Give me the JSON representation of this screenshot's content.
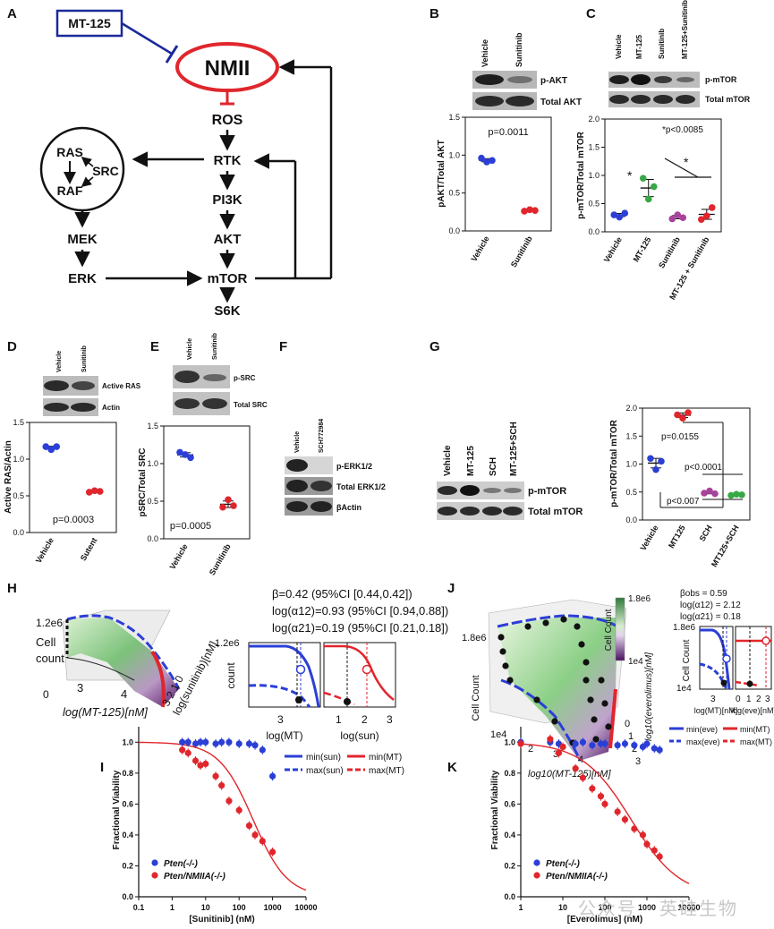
{
  "panels": {
    "A": "A",
    "B": "B",
    "C": "C",
    "D": "D",
    "E": "E",
    "F": "F",
    "G": "G",
    "H": "H",
    "I": "I",
    "J": "J",
    "K": "K"
  },
  "pathway": {
    "inhibitor": "MT-125",
    "nmii": "NMII",
    "ros": "ROS",
    "ras": "RAS",
    "src": "SRC",
    "raf": "RAF",
    "mek": "MEK",
    "erk": "ERK",
    "rtk": "RTK",
    "pi3k": "PI3K",
    "akt": "AKT",
    "mtor": "mTOR",
    "s6k": "S6K"
  },
  "blots": {
    "B": {
      "lanes": [
        "Vehicle",
        "Sunitinib"
      ],
      "bands": [
        "p-AKT",
        "Total AKT"
      ]
    },
    "C": {
      "lanes": [
        "Vehicle",
        "MT-125",
        "Sunitinib",
        "MT-125+Sunitinib"
      ],
      "bands": [
        "p-mTOR",
        "Total mTOR"
      ]
    },
    "D": {
      "lanes": [
        "Vehicle",
        "Sunitinib"
      ],
      "bands": [
        "Active RAS",
        "Actin"
      ]
    },
    "E": {
      "lanes": [
        "Vehicle",
        "Sunitinib"
      ],
      "bands": [
        "p-SRC",
        "Total SRC"
      ]
    },
    "F": {
      "lanes": [
        "Vehicle",
        "SCH772984"
      ],
      "bands": [
        "p-ERK1/2",
        "Total ERK1/2",
        "βActin"
      ]
    },
    "G": {
      "lanes": [
        "Vehicle",
        "MT-125",
        "SCH",
        "MT-125+SCH"
      ],
      "bands": [
        "p-mTOR",
        "Total mTOR"
      ]
    }
  },
  "scatter": {
    "B": {
      "ylabel": "pAKT/Total AKT",
      "pval": "p=0.0011",
      "ticks": [
        "0.0",
        "0.5",
        "1.0",
        "1.5"
      ],
      "xcats": [
        "Vehicle",
        "Sunitinib"
      ]
    },
    "C": {
      "ylabel": "p-mTOR/Total mTOR",
      "pval": "*p<0.0085",
      "star": "*",
      "ticks": [
        "0.0",
        "0.5",
        "1.0",
        "1.5",
        "2.0"
      ],
      "xcats": [
        "Vehicle",
        "MT-125",
        "Sunitinib",
        "MT-125 + Sunitinib"
      ]
    },
    "D": {
      "ylabel": "Active RAS/Actin",
      "pval": "p=0.0003",
      "ticks": [
        "0.0",
        "0.5",
        "1.0",
        "1.5"
      ],
      "xcats": [
        "Vehicle",
        "Sutent"
      ]
    },
    "E": {
      "ylabel": "pSRC/Total SRC",
      "pval": "p=0.0005",
      "ticks": [
        "0.0",
        "0.5",
        "1.0",
        "1.5"
      ],
      "xcats": [
        "Vehicle",
        "Sunitinib"
      ]
    },
    "G": {
      "ylabel": "p-mTOR/Total mTOR",
      "p1": "p=0.0155",
      "p2": "p<0.0001",
      "p3": "p<0.007",
      "ticks": [
        "0.0",
        "0.5",
        "1.0",
        "1.5",
        "2.0"
      ],
      "xcats": [
        "Vehicle",
        "MT125",
        "SCH",
        "MT125+SCH"
      ]
    }
  },
  "panelH": {
    "beta": "β=0.42 (95%CI [0.44,0.42])",
    "a12": "log(α12)=0.93 (95%CI [0.94,0.88])",
    "a21": "log(α21)=0.19 (95%CI [0.21,0.18])",
    "zlabel": "Cell\ncount",
    "ztop": "1.2e6",
    "zbot": "0",
    "xlabel": "log(MT-125)[nM]",
    "ylabel3d": "log(sunitinib)[nM]",
    "xt1": "3",
    "xt2": "4",
    "yt": "3 2 1 0",
    "c_ytop": "1.2e6",
    "c_ylabel": "count",
    "c_xlabel1": "log(MT)",
    "c_xlabel2": "log(sun)",
    "c_x1": "3",
    "c_x2": [
      "1",
      "2",
      "3"
    ],
    "legend": [
      "min(sun)",
      "min(MT)",
      "max(sun)",
      "max(MT)"
    ]
  },
  "panelJ": {
    "bobs": "βobs = 0.59",
    "a12": "log(α12) = 2.12",
    "a21": "log(α21) = 0.18",
    "cbar_top": "1.8e6",
    "cbar_bot": "1e4",
    "cbar_label": "Cell Count",
    "zlabel": "Cell Count",
    "ztop": "1.8e6",
    "zbot": "1e4",
    "xlabel": "log10(MT-125)[nM]",
    "ylabel3d": "log10(everolimus)[nM]",
    "xt": [
      "2",
      "3",
      "4"
    ],
    "yt": [
      "0",
      "1",
      "2",
      "3"
    ],
    "c_ytop": "1.8e6",
    "c_ybot": "1e4",
    "c_ylabel": "Cell Count",
    "c_x1": "3",
    "c_x2": [
      "0",
      "1",
      "2",
      "3"
    ],
    "c_xlabel1": "log(MT)[nM]",
    "c_xlabel2": "log(eve)[nM]",
    "legend": [
      "min(eve)",
      "min(MT)",
      "max(eve)",
      "max(MT)"
    ]
  },
  "doseI": {
    "ylabel": "Fractional Viability",
    "xlabel": "[Sunitinib] (nM)",
    "xticks": [
      "0.1",
      "1",
      "10",
      "100",
      "1000",
      "10000"
    ],
    "yticks": [
      "0.0",
      "0.2",
      "0.4",
      "0.6",
      "0.8",
      "1.0"
    ],
    "legend": [
      "Pten(-/-)",
      "Pten/NMIIA(-/-)"
    ]
  },
  "doseK": {
    "ylabel": "Fractional Viability",
    "xlabel": "[Everolimus] (nM)",
    "xticks": [
      "1",
      "10",
      "100",
      "1000",
      "10000"
    ],
    "yticks": [
      "0.0",
      "0.2",
      "0.4",
      "0.6",
      "0.8",
      "1.0"
    ],
    "legend": [
      "Pten(-/-)",
      "Pten/NMIIA(-/-)"
    ]
  },
  "colors": {
    "blue": "#2b3fd6",
    "red": "#e0262c",
    "green": "#37a845",
    "purple": "#a8439c",
    "magenta": "#b0167f",
    "navy": "#1a2a9a"
  },
  "watermark": "公众号 · 英硅生物",
  "chart_data": [
    {
      "type": "scatter",
      "panel": "B",
      "categories": [
        "Vehicle",
        "Sunitinib"
      ],
      "series": [
        {
          "name": "",
          "values": [
            [
              0.96,
              0.91,
              0.93
            ],
            [
              0.26,
              0.28,
              0.27
            ]
          ]
        }
      ],
      "ylim": [
        0,
        1.5
      ]
    },
    {
      "type": "scatter",
      "panel": "C",
      "categories": [
        "Vehicle",
        "MT-125",
        "Sunitinib",
        "MT-125 + Sunitinib"
      ],
      "series": [
        {
          "name": "",
          "values": [
            [
              0.3,
              0.26,
              0.33
            ],
            [
              0.95,
              0.58,
              0.8
            ],
            [
              0.23,
              0.3,
              0.25
            ],
            [
              0.22,
              0.28,
              0.43
            ]
          ]
        }
      ],
      "ylim": [
        0,
        2.0
      ]
    },
    {
      "type": "scatter",
      "panel": "D",
      "categories": [
        "Vehicle",
        "Sutent"
      ],
      "series": [
        {
          "name": "",
          "values": [
            [
              1.17,
              1.13,
              1.17
            ],
            [
              0.55,
              0.57,
              0.56
            ]
          ]
        }
      ],
      "ylim": [
        0,
        1.5
      ]
    },
    {
      "type": "scatter",
      "panel": "E",
      "categories": [
        "Vehicle",
        "Sunitinib"
      ],
      "series": [
        {
          "name": "",
          "values": [
            [
              1.15,
              1.12,
              1.08
            ],
            [
              0.42,
              0.52,
              0.44
            ]
          ]
        }
      ],
      "ylim": [
        0,
        1.5
      ]
    },
    {
      "type": "scatter",
      "panel": "G",
      "categories": [
        "Vehicle",
        "MT125",
        "SCH",
        "MT125+SCH"
      ],
      "series": [
        {
          "name": "",
          "values": [
            [
              1.1,
              0.9,
              1.05
            ],
            [
              1.88,
              1.82,
              1.92
            ],
            [
              0.48,
              0.52,
              0.47
            ],
            [
              0.44,
              0.46,
              0.45
            ]
          ]
        }
      ],
      "ylim": [
        0,
        2.0
      ]
    },
    {
      "type": "line",
      "panel": "I",
      "xlabel": "[Sunitinib] (nM)",
      "ylabel": "Fractional Viability",
      "xscale": "log",
      "xlim": [
        0.1,
        10000
      ],
      "ylim": [
        0,
        1.1
      ],
      "series": [
        {
          "name": "Pten(-/-)",
          "x": [
            2,
            3,
            5,
            7,
            10,
            20,
            30,
            50,
            100,
            200,
            300,
            500,
            1000
          ],
          "y": [
            1.0,
            1.0,
            0.99,
            1.0,
            1.0,
            0.99,
            1.0,
            1.0,
            0.99,
            0.99,
            0.98,
            0.95,
            0.78
          ]
        },
        {
          "name": "Pten/NMIIA(-/-)",
          "x": [
            2,
            3,
            5,
            7,
            10,
            20,
            30,
            50,
            100,
            200,
            300,
            500,
            1000
          ],
          "y": [
            0.95,
            0.93,
            0.88,
            0.85,
            0.86,
            0.78,
            0.72,
            0.62,
            0.56,
            0.46,
            0.4,
            0.36,
            0.29
          ]
        }
      ]
    },
    {
      "type": "line",
      "panel": "K",
      "xlabel": "[Everolimus] (nM)",
      "ylabel": "Fractional Viability",
      "xscale": "log",
      "xlim": [
        1,
        10000
      ],
      "ylim": [
        0,
        1.1
      ],
      "series": [
        {
          "name": "Pten(-/-)",
          "x": [
            1,
            5,
            8,
            10,
            20,
            30,
            50,
            80,
            100,
            200,
            300,
            500,
            800,
            1000,
            1500,
            2000
          ],
          "y": [
            1.0,
            1.0,
            0.99,
            0.97,
            0.99,
            1.0,
            0.98,
            0.99,
            0.99,
            0.98,
            0.99,
            0.98,
            0.97,
            0.99,
            0.96,
            0.95
          ]
        },
        {
          "name": "Pten/NMIIA(-/-)",
          "x": [
            1,
            5,
            8,
            10,
            20,
            30,
            50,
            80,
            100,
            200,
            300,
            500,
            800,
            1000,
            1500,
            2000
          ],
          "y": [
            0.99,
            1.02,
            0.93,
            0.97,
            0.83,
            0.77,
            0.7,
            0.65,
            0.6,
            0.55,
            0.5,
            0.44,
            0.4,
            0.34,
            0.3,
            0.26
          ]
        }
      ]
    }
  ]
}
